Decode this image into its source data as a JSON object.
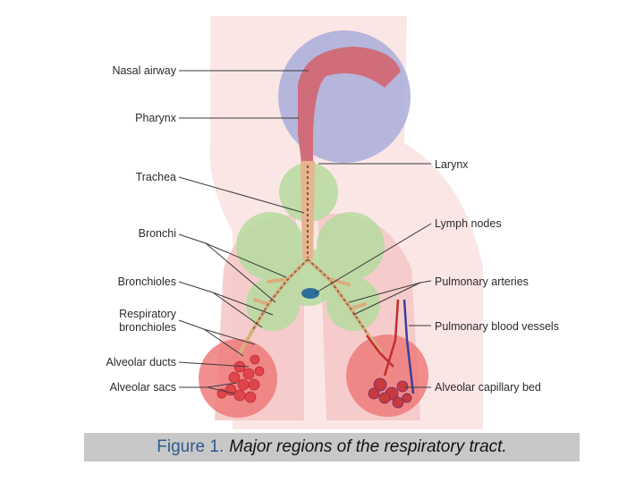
{
  "labels": {
    "left": [
      "Nasal airway",
      "Pharynx",
      "Trachea",
      "Bronchi",
      "Bronchioles",
      "Respiratory",
      "bronchioles",
      "Alveolar ducts",
      "Alveolar sacs"
    ],
    "right": [
      "Larynx",
      "Lymph nodes",
      "Pulmonary arteries",
      "Pulmonary blood vessels",
      "Alveolar capillary bed"
    ]
  },
  "caption": {
    "number": "Figure 1.",
    "text": "Major regions of the respiratory tract."
  },
  "colors": {
    "head_region": "#a9addb",
    "trachea_region": "#b8dca0",
    "lung_region": "#f6c9c9",
    "alveolar_region": "#ef7d7d",
    "airway": "#d47a84"
  }
}
